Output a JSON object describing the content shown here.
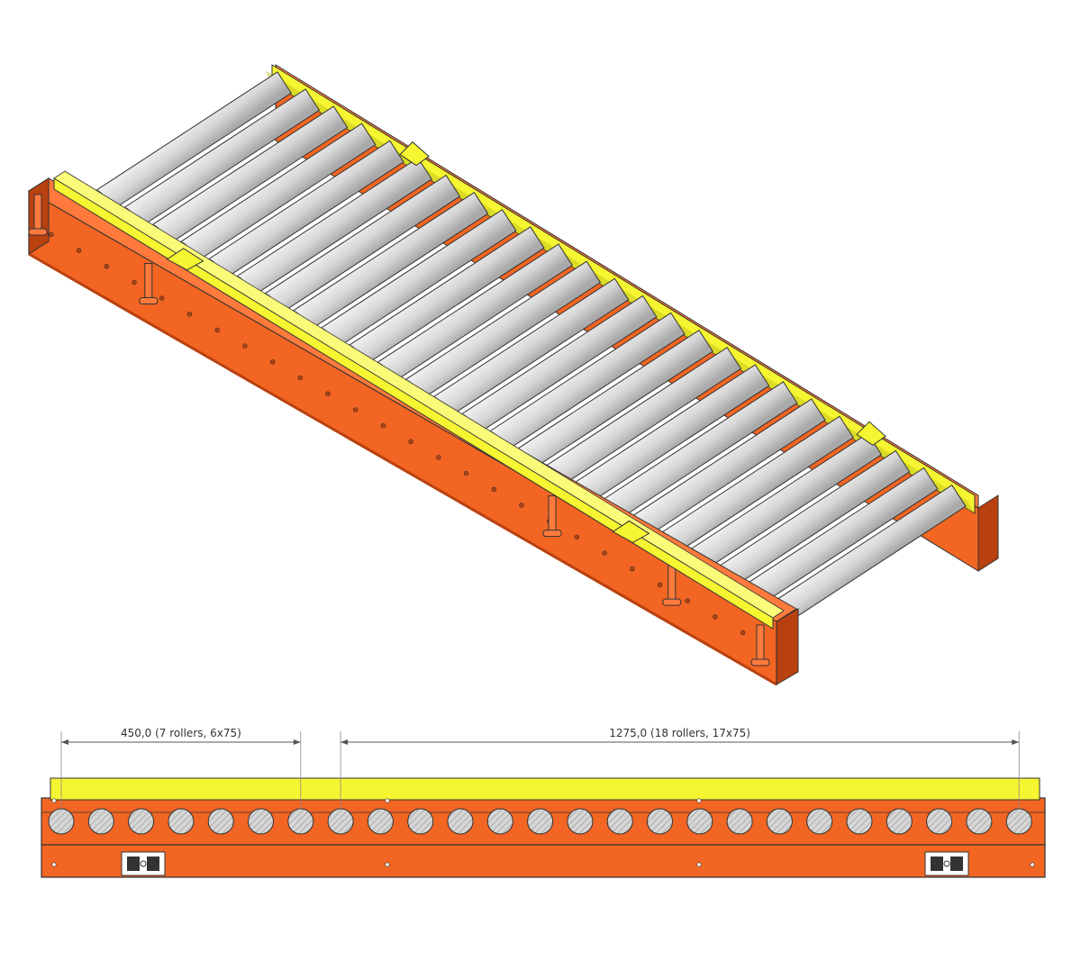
{
  "colors": {
    "frame": "#f26522",
    "frame_dark": "#b8410f",
    "frame_light": "#ff7a3c",
    "guide": "#f5f531",
    "guide_dark": "#c4c21a",
    "roller": "#d6d6d6",
    "roller_shade": "#a9a9a9",
    "roller_hatch": "#9a9a9a",
    "line": "#333333"
  },
  "iso_view": {
    "roller_count": 25
  },
  "side_view": {
    "dimensions": [
      {
        "label": "450,0 (7 rollers, 6x75)",
        "from_roller": 0,
        "to_roller": 6
      },
      {
        "label": "1275,0 (18 rollers, 17x75)",
        "from_roller": 7,
        "to_roller": 24
      }
    ],
    "roller_count": 25,
    "profile_icon": "aluminium-profile-icon"
  }
}
